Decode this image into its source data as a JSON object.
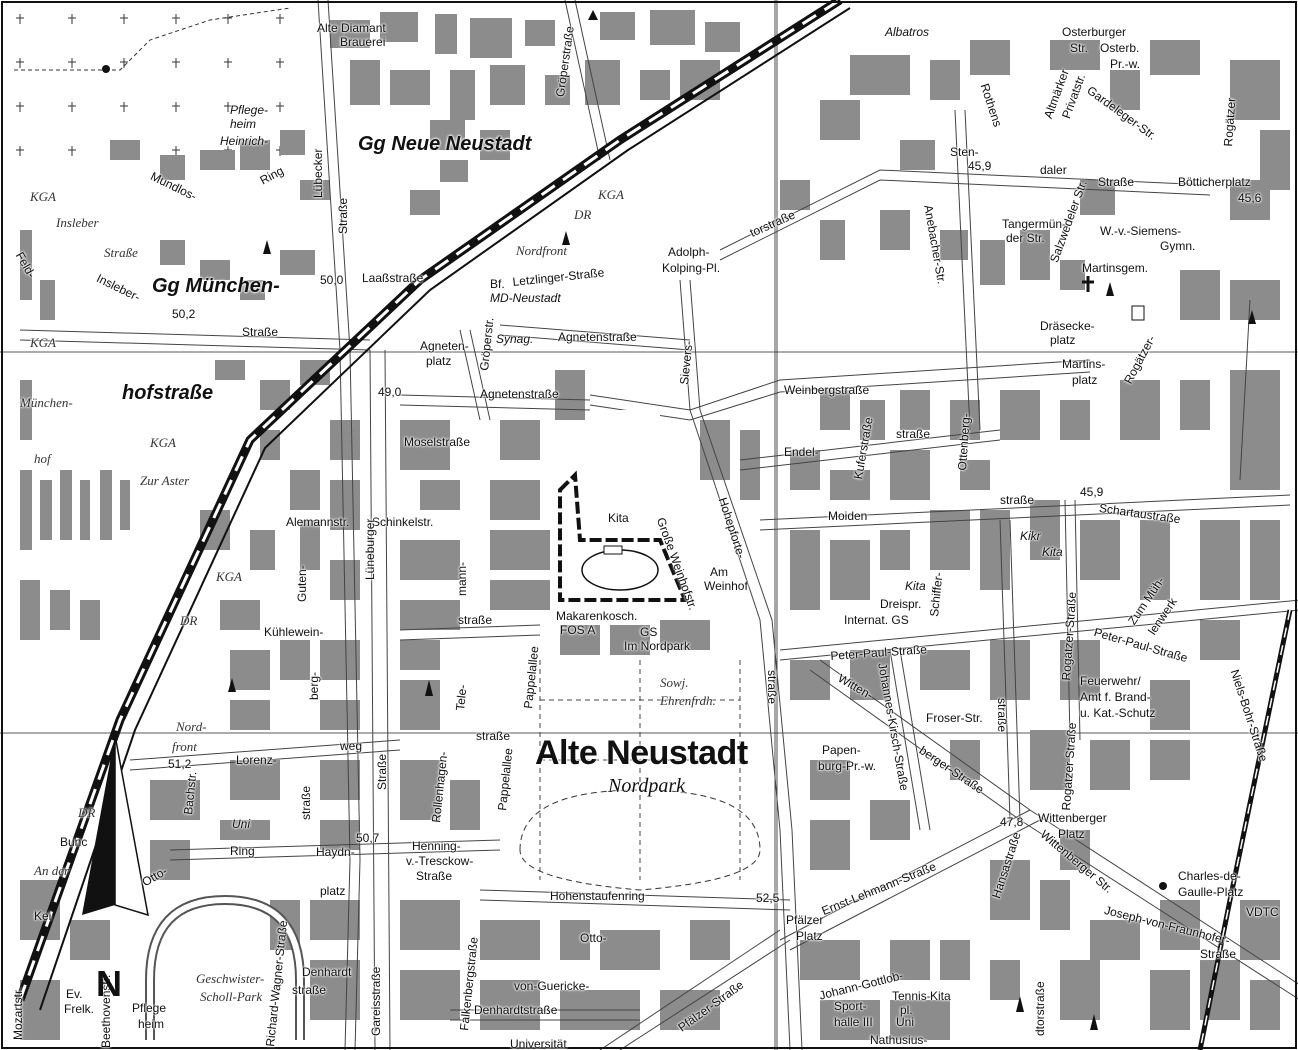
{
  "map": {
    "districts": {
      "neue_neustadt": "Gg Neue Neustadt",
      "muenchen": "Gg München-",
      "hofstrasse": "hofstraße",
      "alte_neustadt": "Alte Neustadt",
      "nordpark": "Nordpark"
    },
    "streets": {
      "luebecker": "Lübecker",
      "luebecker2": "Straße",
      "groeper_top": "Gröperstraße",
      "groeper": "Gröperstr.",
      "laass": "Laaßstraße",
      "mundlos": "Mundlos-",
      "ring": "Ring",
      "insleber_italic": "Insleber",
      "strasse_italic": "Straße",
      "insleber": "Insleber-",
      "strasse_a": "Straße",
      "feld": "Feld-",
      "letzlinger": "Letzlinger-Straße",
      "agneten1": "Agnetenstraße",
      "agneten2": "Agnetenstraße",
      "agneten_platz1": "Agneten-",
      "agneten_platz2": "platz",
      "sievers": "Sievers-",
      "tor": "torstraße",
      "sten": "Sten-",
      "daler": "daler",
      "strasse_b": "Straße",
      "weinberg": "Weinbergstraße",
      "endel": "Endel-",
      "strasse_c": "straße",
      "kufer": "Kuferstraße",
      "ottenberg": "Ottenberg-",
      "moiden": "Moiden",
      "strasse_d": "straße",
      "schartau": "Schartaustraße",
      "mosel": "Moselstraße",
      "alemann": "Alemannstr.",
      "schinkel": "Schinkelstr.",
      "lueneburger": "Lüneburger",
      "guten": "Guten-",
      "berg": "berg-",
      "kuehlewein": "Kühlewein-",
      "strasse_e": "straße",
      "mann": "mann-",
      "grosse_weinhof": "Große Weinhofstr.",
      "am_weinhof1": "Am",
      "am_weinhof2": "Weinhof",
      "hohepforte": "Hohepforte-",
      "strasse_f": "straße",
      "peter_paul": "Peter-Paul-Straße",
      "peter_paul2": "Peter-Paul-Straße",
      "pappelallee1": "Pappelallee",
      "pappelallee2": "Pappelallee",
      "tele": "Tele-",
      "strasse_g": "straße",
      "rollenhagen": "Rollenhagen-",
      "strasse_h": "straße",
      "lorenz": "Lorenz-",
      "weg": "weg",
      "strasse_i": "Straße",
      "bach": "Bachstr.",
      "uni": "Uni",
      "ring2": "Ring",
      "haydn": "Haydn-",
      "platz": "platz",
      "otto_ring": "Otto-",
      "henning": "Henning-",
      "tresckow": "v.-Tresckow-",
      "strasse_j": "Straße",
      "hohenstaufen": "Hohenstaufenring",
      "otto": "Otto-",
      "guericke": "von-Guericke-",
      "falkenberg": "Falkenbergstraße",
      "denhardt1": "Denhardt",
      "denhardt2": "straße",
      "denhardt3": "Denhardtstraße",
      "richard_wagner": "Richard-Wagner-Straße",
      "gareis": "Gareisstraße",
      "schiffer": "Schiffer-",
      "johannes_kirsch": "Johannes-Kirsch-Straße",
      "witten": "Witten-",
      "berger": "berger-Straße",
      "froser": "Froser-Str.",
      "papen": "Papen-",
      "burg": "burg-Pr.-w.",
      "rogaetzer1": "Rogätzer-Straße",
      "rogaetzer2": "Rogätzer Straße",
      "rogaetzer3": "Rogätzer-",
      "ernst_lehmann": "Ernst-Lehmann-Straße",
      "pfaelzer_platz1": "Pfälzer",
      "pfaelzer_platz2": "Platz",
      "pfaelzer": "Pfälzer-Straße",
      "hansastrasse": "Hansastraße",
      "wittenberger_str": "Wittenberger Str.",
      "wittenberger_platz1": "Wittenberger",
      "wittenberger_platz2": "Platz",
      "johann_gottlob": "Johann-Gottlob-",
      "nathusius": "Nathusius-",
      "ploetz": "dtorstraße",
      "joseph": "Joseph-von-Fraunhofer-",
      "strasse_k": "Straße",
      "charles1": "Charles-de-",
      "charles2": "Gaulle-Platz",
      "vdtc": "VDTC",
      "niels_bohr": "Niels-Bohr-Straße",
      "zum_muehlenwerk1": "Zum Müh-",
      "zum_muehlenwerk2": "lenwerk",
      "osterburger1": "Osterburger",
      "osterburger2": "Str.",
      "osterb1": "Osterb.",
      "osterb2": "Pr.-w.",
      "gardeleger": "Gardeleger-Str.",
      "altmaerker1": "Altmärker",
      "altmaerker2": "Privatstr.",
      "rothens": "Rothens",
      "rogaetz_top": "Rogätzer",
      "tangermuen1": "Tangermün-",
      "tangermuen2": "der Str.",
      "salzwedeler": "Salzwedeler Str.",
      "anebacher": "Anebacher-Str.",
      "strasse_l": "straße",
      "draesecke1": "Dräsecke-",
      "draesecke2": "platz",
      "martinsplatz1": "Martins-",
      "martinsplatz2": "platz",
      "boetticher": "Bötticherplatz",
      "kolping1": "Adolph-",
      "kolping2": "Kolping-Pl.",
      "mozart": "Mozartstr.",
      "beethoven": "Beethovenstr.",
      "keil": "Kei",
      "bunc": "Bunc",
      "an_der": "An der",
      "dr3": "DR",
      "muenchen_it1": "München-",
      "muenchen_it2": "hof",
      "nord_it1": "Nord-",
      "nord_it2": "front",
      "nordfront_it": "Nordfront",
      "geschwister1": "Geschwister-",
      "geschwister2": "Scholl-Park"
    },
    "pois": {
      "diamant1": "Alte Diamant",
      "diamant2": "Brauerei",
      "albatros": "Albatros",
      "pflege1": "Pflege-",
      "pflege2": "heim",
      "heinrich": "Heinrich-",
      "bf1": "Bf.",
      "bf2": "MD-Neustadt",
      "synag": "Synag.",
      "kita1": "Kita",
      "makarenko": "Makarenkosch.",
      "fos": "FOS A",
      "gs1": "GS",
      "im_nordpark": "Im Nordpark",
      "sowj": "Sowj.",
      "ehrenfrdh": "Ehrenfrdh.",
      "kikr": "Kikr",
      "kita2": "Kita",
      "kita3": "Kita",
      "dreispr": "Dreispr.",
      "internat": "Internat. GS",
      "feuerwehr1": "Feuerwehr/",
      "feuerwehr2": "Amt f. Brand-",
      "feuerwehr3": "u. Kat.-Schutz",
      "wvsiemens1": "W.-v.-Siemens-",
      "wvsiemens2": "Gymn.",
      "martinsgem": "Martinsgem.",
      "ev1": "Ev.",
      "ev2": "Frelk.",
      "pflegeheim2a": "Pflege",
      "pflegeheim2b": "heim",
      "sport1": "Sport-",
      "sport2": "halle III",
      "uni2": "Uni",
      "tennis1": "Tennis-",
      "tennis2": "pl.",
      "kita4": "Kita",
      "universitaet": "Universität"
    },
    "land": {
      "kga1": "KGA",
      "kga2": "KGA",
      "kga3": "KGA",
      "kga4": "KGA",
      "kga5": "KGA",
      "dr1": "DR",
      "dr2": "DR",
      "zur_aster": "Zur Aster"
    },
    "elevations": {
      "e1": "50,0",
      "e2": "50,2",
      "e3": "49,0",
      "e4": "45,9",
      "e5": "45,6",
      "e6": "45,9",
      "e7": "51,2",
      "e8": "50,7",
      "e9": "52,5",
      "e10": "47,8"
    },
    "north_arrow": {
      "label": "N"
    }
  }
}
